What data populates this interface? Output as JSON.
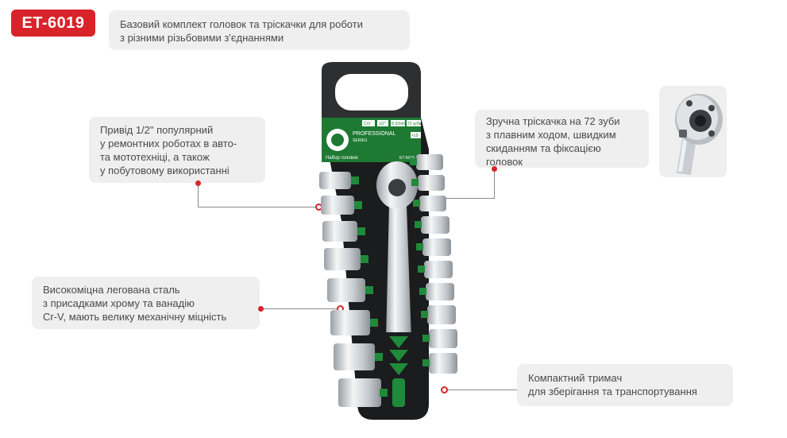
{
  "badge": "ET-6019",
  "callouts": {
    "top": [
      "Базовий комплект головок та тріскачки для роботи",
      "з різними різьбовими з'єднаннями"
    ],
    "drive": [
      "Привід 1/2\" популярний",
      "у ремонтних роботах в авто-",
      "та мототехніці, а також",
      "у побутовому використанні"
    ],
    "steel": [
      "Високоміцна легована сталь",
      "з присадками хрому та ванадію",
      "Cr-V, мають велику механічну міцність"
    ],
    "ratchet": [
      "Зручна тріскачка на 72 зуби",
      "з плавним ходом, швидким",
      "скиданням та фіксацією",
      "головок"
    ],
    "holder": [
      "Компактний тримач",
      "для зберігання та транспортування"
    ]
  },
  "product_label": {
    "brand": "PROFESSIONAL",
    "series": "SERIES",
    "subtitle": "Набор головок",
    "code": "ET-6019",
    "tags": [
      "CrV",
      "1/2\"",
      "8-32mm",
      "72 зуби",
      "+19"
    ]
  },
  "colors": {
    "accent": "#d8232a",
    "holder_green": "#1f8a3a",
    "callout_bg": "#efefef"
  }
}
